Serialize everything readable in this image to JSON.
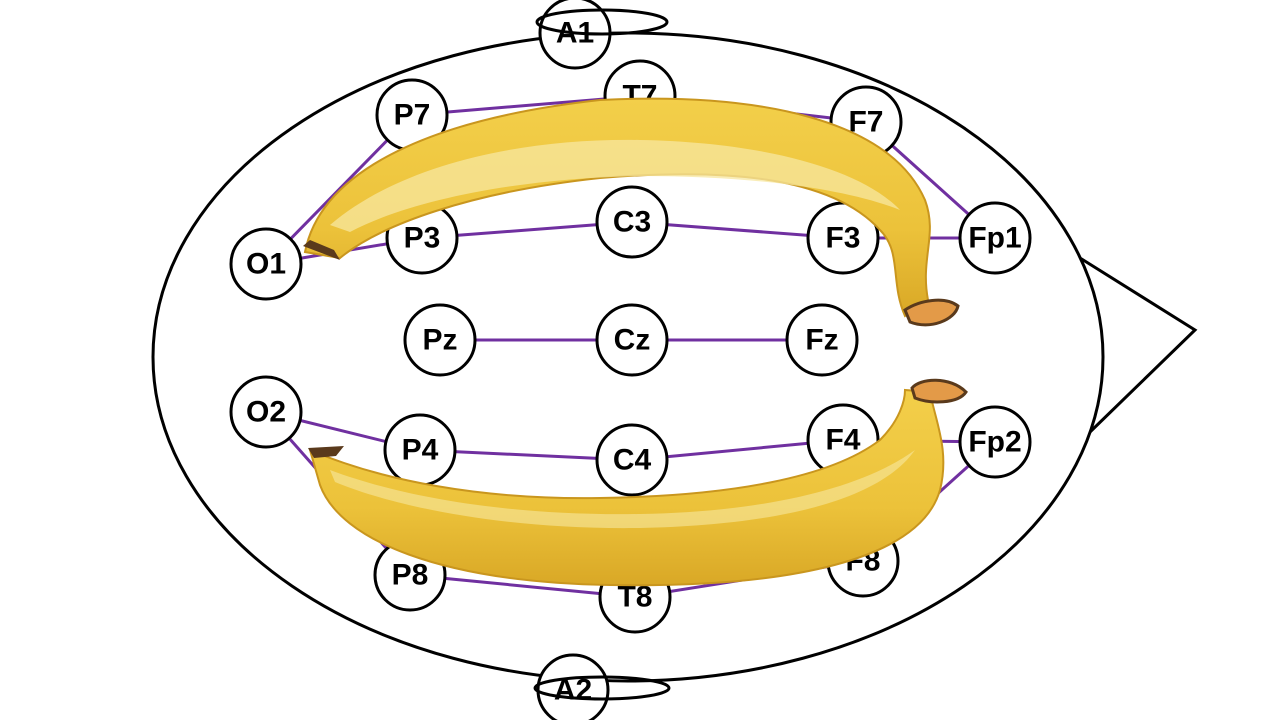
{
  "diagram": {
    "colors": {
      "connection": "#7030a0",
      "outline": "#000000",
      "electrode_fill": "#ffffff",
      "banana_body": "#ecc23a",
      "banana_shadow": "#d9a826",
      "banana_highlight": "#f7e7a0",
      "banana_tip": "#5a3a1c",
      "banana_stem_end": "#e39a48"
    },
    "electrodes": {
      "A1": "A1",
      "A2": "A2",
      "T7": "T7",
      "T8": "T8",
      "P7": "P7",
      "P8": "P8",
      "F7": "F7",
      "F8": "F8",
      "O1": "O1",
      "O2": "O2",
      "P3": "P3",
      "P4": "P4",
      "C3": "C3",
      "C4": "C4",
      "F3": "F3",
      "F4": "F4",
      "Fp1": "Fp1",
      "Fp2": "Fp2",
      "Pz": "Pz",
      "Cz": "Cz",
      "Fz": "Fz"
    },
    "icons": [
      "head-outline",
      "nose-icon",
      "ear-icon",
      "banana-icon"
    ]
  }
}
